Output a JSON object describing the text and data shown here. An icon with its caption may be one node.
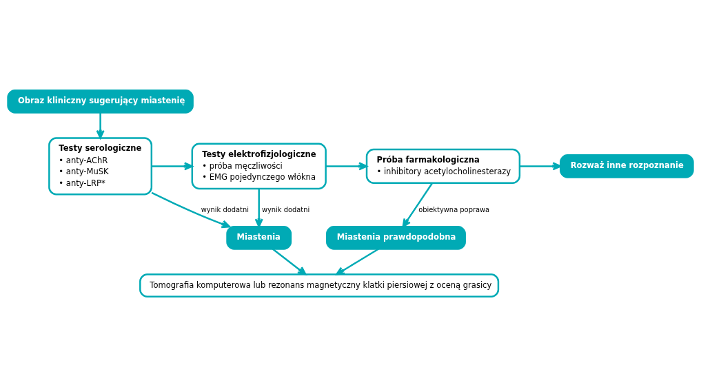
{
  "diagram": {
    "nodes": [
      {
        "text": [
          "Obraz kliniczny sugerujący miastenię"
        ]
      },
      {
        "text": [
          "Testy serologiczne",
          "• anty-AChR",
          "• anty-MuSK",
          "• anty-LRP*"
        ]
      },
      {
        "text": [
          "Testy elektrofizjologiczne",
          "• próba męczliwości",
          "• EMG pojedynczego włókna"
        ]
      },
      {
        "text": [
          "Próba farmakologiczna",
          "• inhibitory acetylocholinesterazy"
        ]
      },
      {
        "text": [
          "Rozważ inne rozpoznanie"
        ]
      },
      {
        "text": [
          "Miastenia"
        ]
      },
      {
        "text": [
          "Miastenia prawdopodobna"
        ]
      },
      {
        "text": [
          "Tomografia komputerowa lub rezonans magnetyczny klatki piersiowej z oceną grasicy"
        ]
      }
    ],
    "edges": [
      {
        "from": 0,
        "to": 1,
        "arrow": "to"
      },
      {
        "from": 1,
        "to": 2,
        "arrow": "to"
      },
      {
        "from": 2,
        "to": 3,
        "arrow": "to"
      },
      {
        "from": 3,
        "to": 4,
        "arrow": "to"
      },
      {
        "from": 1,
        "to": 5,
        "arrow": "to",
        "label": "wynik dodatni"
      },
      {
        "from": 2,
        "to": 5,
        "arrow": "to",
        "label": "wynik dodatni"
      },
      {
        "from": 3,
        "to": 6,
        "arrow": "to",
        "label": "obiektywna poprawa"
      },
      {
        "from": 5,
        "to": 7,
        "arrow": "to"
      },
      {
        "from": 6,
        "to": 7,
        "arrow": "to"
      }
    ]
  }
}
